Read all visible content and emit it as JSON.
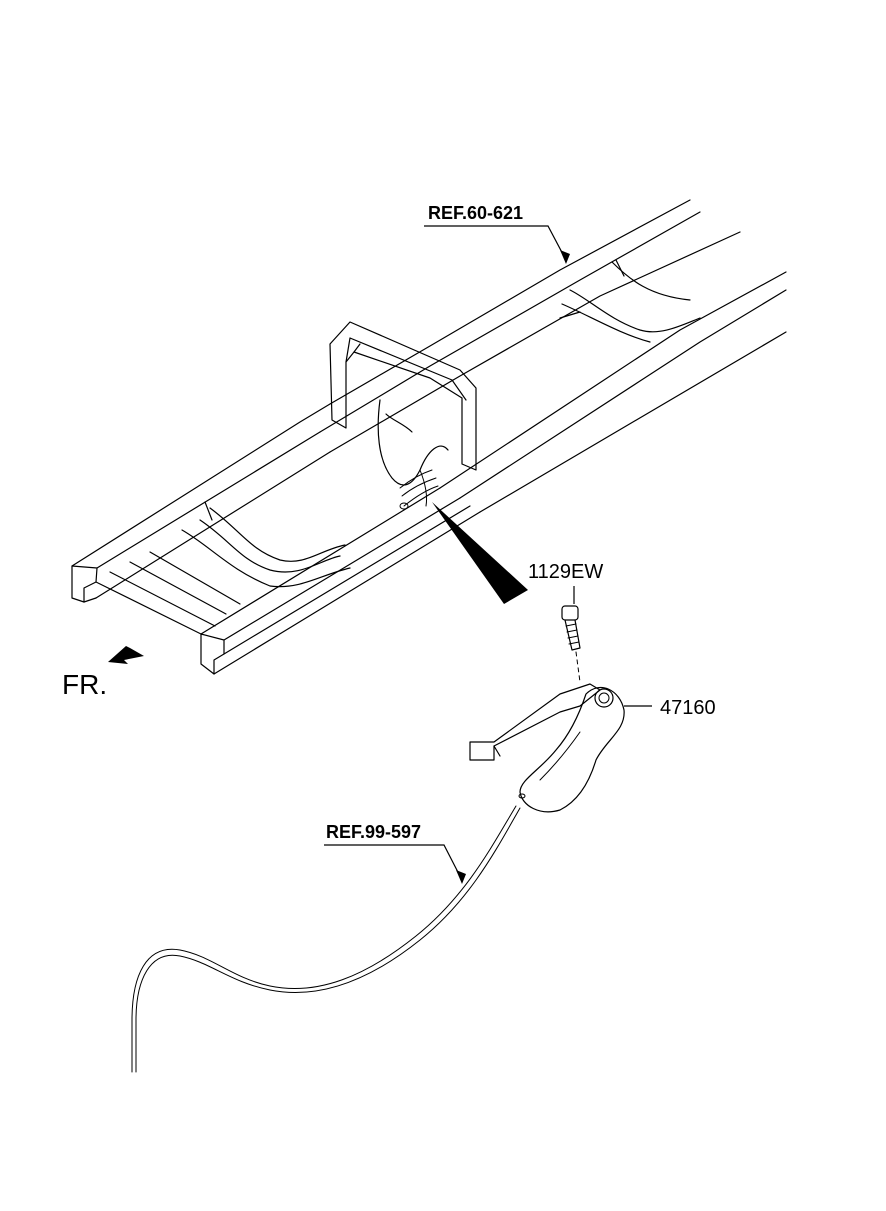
{
  "labels": {
    "ref_frame": "REF.60-621",
    "ref_cable": "REF.99-597",
    "bolt_part": "1129EW",
    "lever_part": "47160",
    "front_indicator": "FR."
  },
  "colors": {
    "line": "#000000",
    "background": "#ffffff"
  },
  "icons": {
    "front_arrow": "arrow-down-left-icon"
  }
}
